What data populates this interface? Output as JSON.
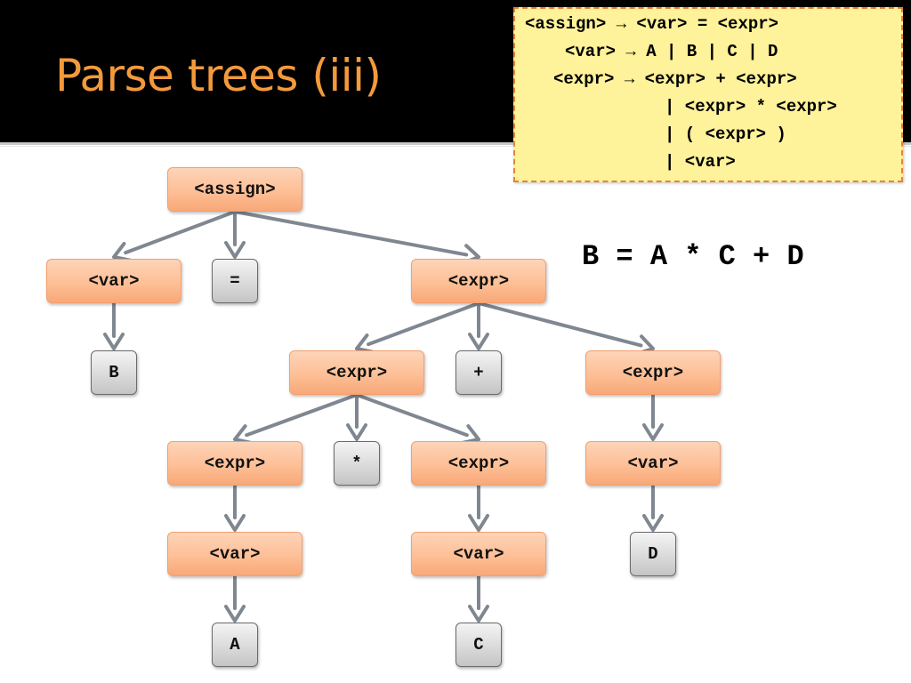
{
  "slide": {
    "title": "Parse trees (iii)",
    "title_color": "#f39a3c",
    "sentence": "B = A * C + D"
  },
  "grammar": {
    "lines": [
      "<assign> → <var> = <expr>",
      "<var> → A | B | C | D",
      "<expr> → <expr> + <expr>",
      "| <expr> * <expr>",
      "| ( <expr> )",
      "| <var>"
    ]
  },
  "tree": {
    "nodes": [
      {
        "id": "assign",
        "label": "<assign>",
        "kind": "nonterminal"
      },
      {
        "id": "var1",
        "label": "<var>",
        "kind": "nonterminal"
      },
      {
        "id": "eq",
        "label": "=",
        "kind": "terminal"
      },
      {
        "id": "expr1",
        "label": "<expr>",
        "kind": "nonterminal"
      },
      {
        "id": "B",
        "label": "B",
        "kind": "terminal"
      },
      {
        "id": "expr2",
        "label": "<expr>",
        "kind": "nonterminal"
      },
      {
        "id": "plus",
        "label": "+",
        "kind": "terminal"
      },
      {
        "id": "expr3",
        "label": "<expr>",
        "kind": "nonterminal"
      },
      {
        "id": "expr4",
        "label": "<expr>",
        "kind": "nonterminal"
      },
      {
        "id": "star",
        "label": "*",
        "kind": "terminal"
      },
      {
        "id": "expr5",
        "label": "<expr>",
        "kind": "nonterminal"
      },
      {
        "id": "var2",
        "label": "<var>",
        "kind": "nonterminal"
      },
      {
        "id": "var3",
        "label": "<var>",
        "kind": "nonterminal"
      },
      {
        "id": "var4",
        "label": "<var>",
        "kind": "nonterminal"
      },
      {
        "id": "D",
        "label": "D",
        "kind": "terminal"
      },
      {
        "id": "A",
        "label": "A",
        "kind": "terminal"
      },
      {
        "id": "C",
        "label": "C",
        "kind": "terminal"
      }
    ],
    "edges": [
      [
        "assign",
        "var1"
      ],
      [
        "assign",
        "eq"
      ],
      [
        "assign",
        "expr1"
      ],
      [
        "var1",
        "B"
      ],
      [
        "expr1",
        "expr2"
      ],
      [
        "expr1",
        "plus"
      ],
      [
        "expr1",
        "expr3"
      ],
      [
        "expr2",
        "expr4"
      ],
      [
        "expr2",
        "star"
      ],
      [
        "expr2",
        "expr5"
      ],
      [
        "expr3",
        "var2"
      ],
      [
        "expr4",
        "var3"
      ],
      [
        "expr5",
        "var4"
      ],
      [
        "var2",
        "D"
      ],
      [
        "var3",
        "A"
      ],
      [
        "var4",
        "C"
      ]
    ]
  },
  "colors": {
    "nonterminal_fill": "#fdbf96",
    "terminal_fill": "#d8d8d8",
    "edge": "#7f8791",
    "grammar_fill": "#fef29a",
    "grammar_border": "#e8823a"
  }
}
